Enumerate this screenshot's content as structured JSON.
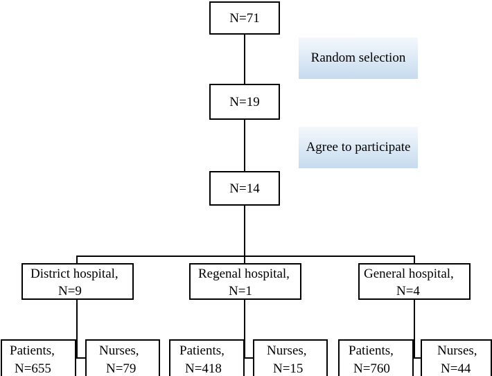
{
  "flow": {
    "stage1": "N=71",
    "stage2": "N=19",
    "stage3": "N=14",
    "note1": "Random selection",
    "note2": "Agree to participate"
  },
  "hospitals": [
    {
      "title": "District hospital,",
      "count": "N=9"
    },
    {
      "title": "Regenal hospital,",
      "count": "N=1"
    },
    {
      "title": "General hospital,",
      "count": "N=4"
    }
  ],
  "groups": [
    {
      "patients_label": "Patients,",
      "patients_count": "N=655",
      "nurses_label": "Nurses,",
      "nurses_count": "N=79"
    },
    {
      "patients_label": "Patients,",
      "patients_count": "N=418",
      "nurses_label": "Nurses,",
      "nurses_count": "N=15"
    },
    {
      "patients_label": "Patients,",
      "patients_count": "N=760",
      "nurses_label": "Nurses,",
      "nurses_count": "N=44"
    }
  ],
  "colors": {
    "note_gradient_light": "#f4f8fc",
    "note_gradient_dark": "#c6dbef",
    "line": "#000000",
    "box_border": "#000000"
  }
}
